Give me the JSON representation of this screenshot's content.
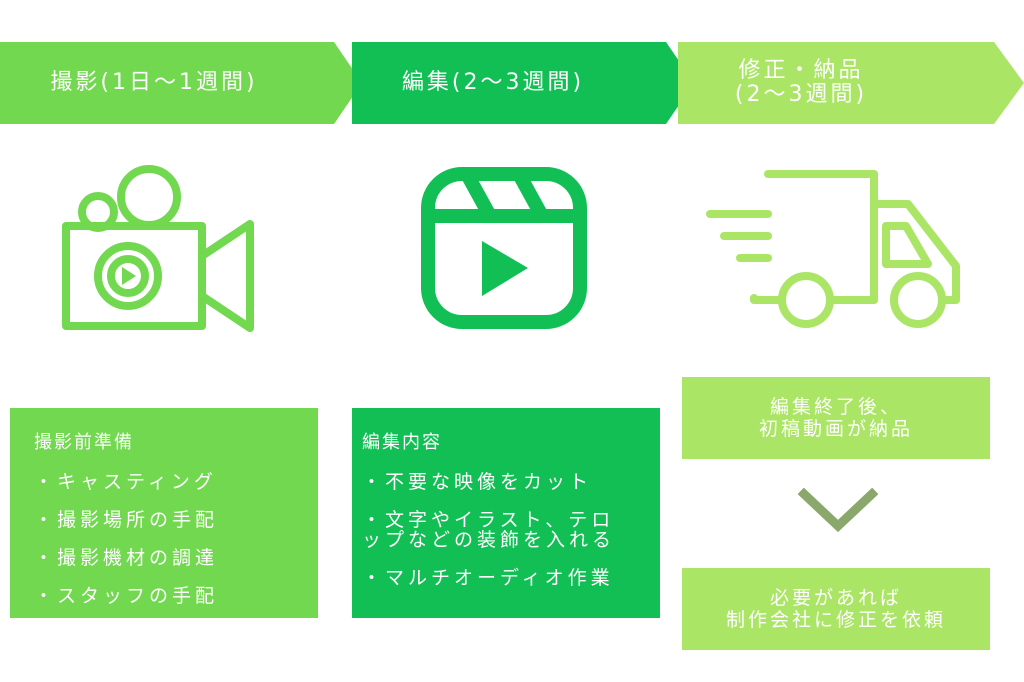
{
  "steps": [
    {
      "label": "撮影(1日～1週間)",
      "color": "#71d84f",
      "icon": "video-camera-icon"
    },
    {
      "label": "編集(2～3週間)",
      "color": "#12bf55",
      "icon": "clapperboard-play-icon"
    },
    {
      "label": "修正・納品\n(2～3週間)",
      "color": "#abe565",
      "icon": "delivery-truck-icon"
    }
  ],
  "shoot_box": {
    "title": "撮影前準備",
    "items": [
      "・キャスティング",
      "・撮影場所の手配",
      "・撮影機材の調達",
      "・スタッフの手配"
    ]
  },
  "edit_box": {
    "title": "編集内容",
    "items": [
      "・不要な映像をカット",
      "・文字やイラスト、テロ\nップなどの装飾を入れる",
      "・マルチオーディオ作業"
    ]
  },
  "delivery_flow": {
    "note1": "編集終了後、\n初稿動画が納品",
    "arrow_icon": "chevron-down-icon",
    "arrow_color": "#8aa86b",
    "note2": "必要があれば\n制作会社に修正を依頼"
  }
}
